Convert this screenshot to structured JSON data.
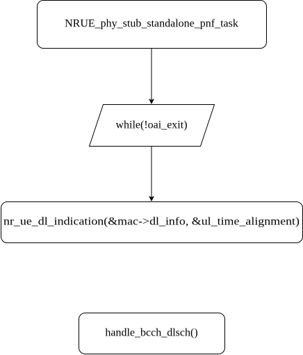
{
  "diagram": {
    "nodes": {
      "pnf_task": "NRUE_phy_stub_standalone_pnf_task",
      "loop_condition": "while(!oai_exit)",
      "dl_indication": "nr_ue_dl_indication(&mac->dl_info, &ul_time_alignment)",
      "bcch_handler": "handle_bcch_dlsch()"
    },
    "colors": {
      "stroke": "#000000",
      "fill": "#ffffff",
      "text": "#000000"
    }
  }
}
